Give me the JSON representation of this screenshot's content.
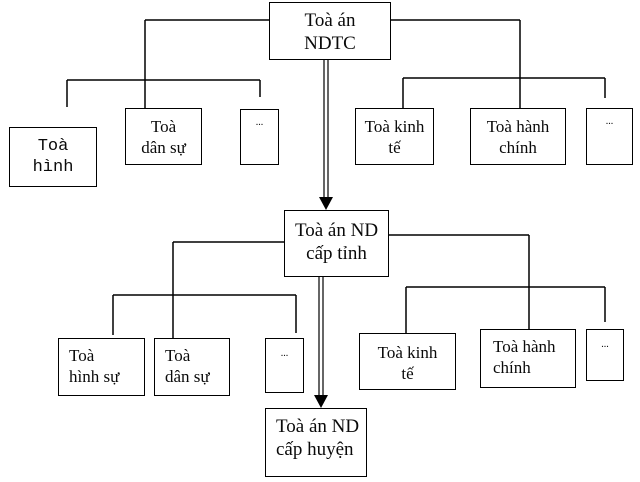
{
  "diagram": {
    "type": "org-chart",
    "title": "Hệ thống Toà án nhân dân",
    "levels": {
      "supreme": {
        "label_lines": [
          "Toà án",
          "NDTC"
        ],
        "children": [
          {
            "label_lines": [
              "Toà",
              "hình"
            ]
          },
          {
            "label_lines": [
              "Toà",
              "dân sự"
            ]
          },
          {
            "label_lines": [
              "..."
            ]
          },
          {
            "label_lines": [
              "Toà kinh",
              "tế"
            ]
          },
          {
            "label_lines": [
              "Toà hành",
              "chính"
            ]
          },
          {
            "label_lines": [
              "..."
            ]
          }
        ]
      },
      "provincial": {
        "label_lines": [
          "Toà án ND",
          "cấp tỉnh"
        ],
        "children": [
          {
            "label_lines": [
              "Toà",
              "hình sự"
            ]
          },
          {
            "label_lines": [
              "Toà",
              "dân sự"
            ]
          },
          {
            "label_lines": [
              "..."
            ]
          },
          {
            "label_lines": [
              "Toà kinh",
              "tế"
            ]
          },
          {
            "label_lines": [
              "Toà hành",
              "chính"
            ]
          },
          {
            "label_lines": [
              "..."
            ]
          }
        ]
      },
      "district": {
        "label_lines": [
          "Toà án ND",
          "cấp huyện"
        ]
      }
    },
    "edges": [
      {
        "from": "Toà án NDTC",
        "to": "Toà án ND cấp tỉnh",
        "style": "double-arrow"
      },
      {
        "from": "Toà án ND cấp tỉnh",
        "to": "Toà án ND cấp huyện",
        "style": "double-arrow"
      }
    ],
    "colors": {
      "line": "#000000",
      "box_fill": "#ffffff",
      "text": "#0a0a0a"
    }
  }
}
